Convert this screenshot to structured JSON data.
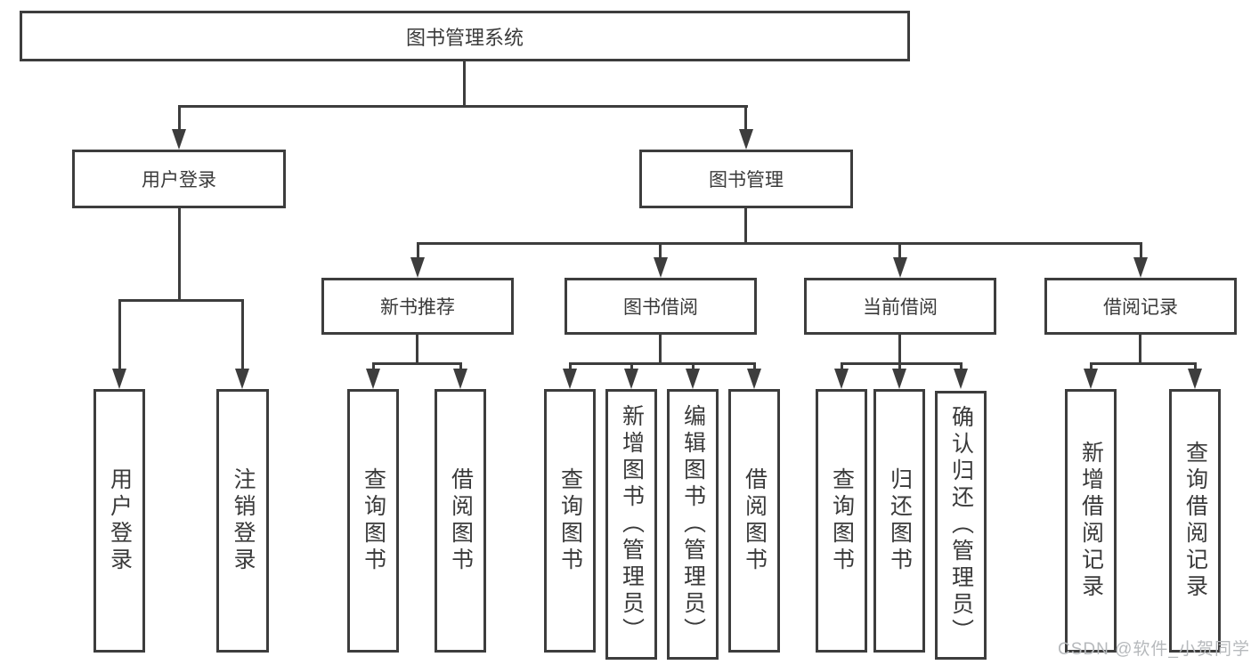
{
  "colors": {
    "line": "#3d3d3d",
    "text": "#3a3a3a",
    "watermark": "#b6b9bc",
    "bg": "#ffffff"
  },
  "watermark": {
    "text": "CSDN @软件_小贺同学"
  },
  "tree": {
    "label": "图书管理系统",
    "children": [
      {
        "label": "用户登录",
        "children": [
          {
            "label": "用户登录"
          },
          {
            "label": "注销登录"
          }
        ]
      },
      {
        "label": "图书管理",
        "children": [
          {
            "label": "新书推荐",
            "children": [
              {
                "label": "查询图书"
              },
              {
                "label": "借阅图书"
              }
            ]
          },
          {
            "label": "图书借阅",
            "children": [
              {
                "label": "查询图书"
              },
              {
                "label": "新增图书（管理员）"
              },
              {
                "label": "编辑图书（管理员）"
              },
              {
                "label": "借阅图书"
              }
            ]
          },
          {
            "label": "当前借阅",
            "children": [
              {
                "label": "查询图书"
              },
              {
                "label": "归还图书"
              },
              {
                "label": "确认归还（管理员）"
              }
            ]
          },
          {
            "label": "借阅记录",
            "children": [
              {
                "label": "新增借阅记录"
              },
              {
                "label": "查询借阅记录"
              }
            ]
          }
        ]
      }
    ]
  }
}
